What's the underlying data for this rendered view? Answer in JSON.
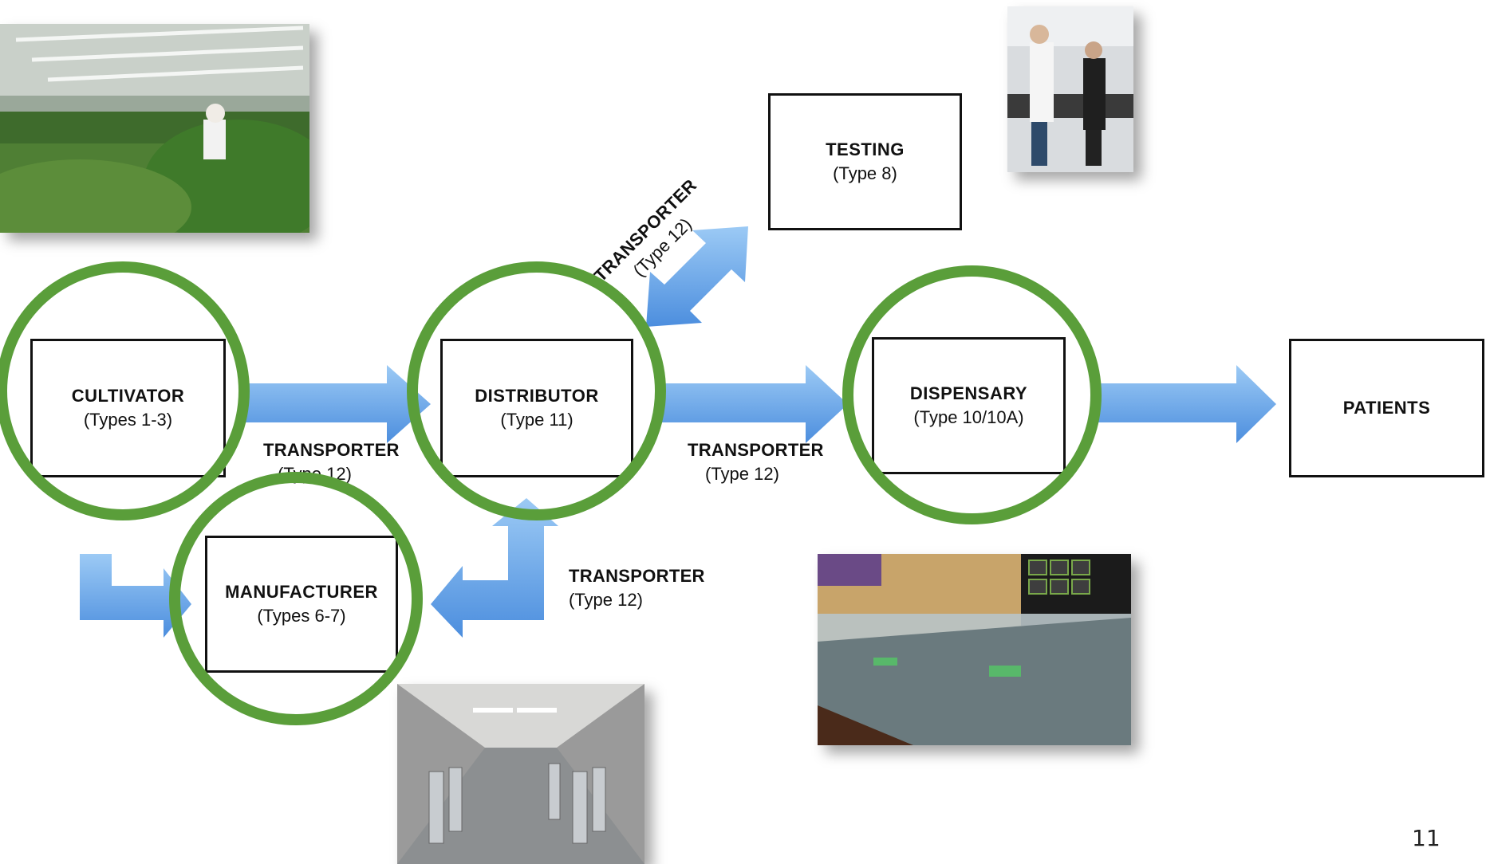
{
  "nodes": {
    "cultivator": {
      "name": "CULTIVATOR",
      "type": "(Types 1-3)"
    },
    "distributor": {
      "name": "DISTRIBUTOR",
      "type": "(Type 11)"
    },
    "testing": {
      "name": "TESTING",
      "type": "(Type 8)"
    },
    "dispensary": {
      "name": "DISPENSARY",
      "type": "(Type 10/10A)"
    },
    "patients": {
      "name": "PATIENTS"
    },
    "manufacturer": {
      "name": "MANUFACTURER",
      "type": "(Types 6-7)"
    }
  },
  "transporter_labels": [
    {
      "title": "TRANSPORTER",
      "sub": "(Type 12)"
    },
    {
      "title": "TRANSPORTER",
      "sub": "(Type 12)"
    },
    {
      "title": "TRANSPORTER",
      "sub": "(Type 12)"
    },
    {
      "title": "TRANSPORTER",
      "sub": "(Type 12)"
    }
  ],
  "photos": [
    "cultivation-greenhouse-photo",
    "lab-testing-photo",
    "manufacturing-lab-photo",
    "dispensary-store-photo"
  ],
  "colors": {
    "arrow": "#6aa8e8",
    "circle": "#5a9e3a",
    "box_border": "#111111"
  },
  "page_number": "11"
}
